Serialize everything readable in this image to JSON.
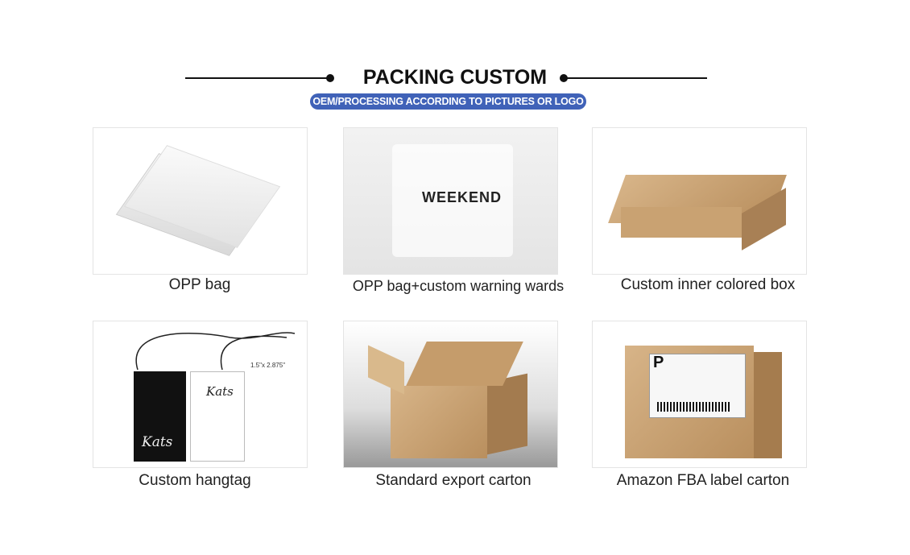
{
  "header": {
    "title": "PACKING CUSTOM",
    "subtitle": "OEM/PROCESSING ACCORDING TO PICTURES OR LOGO",
    "accent": "#4062b8"
  },
  "items": [
    {
      "label": "OPP bag"
    },
    {
      "label": "OPP bag+custom warning wards",
      "image_text": "WEEKEND"
    },
    {
      "label": "Custom inner colored box"
    },
    {
      "label": "Custom hangtag",
      "image_text": "Kats",
      "size_text": "1.5\"x 2.875\""
    },
    {
      "label": "Standard export carton"
    },
    {
      "label": "Amazon FBA label carton",
      "image_text": "P"
    }
  ]
}
